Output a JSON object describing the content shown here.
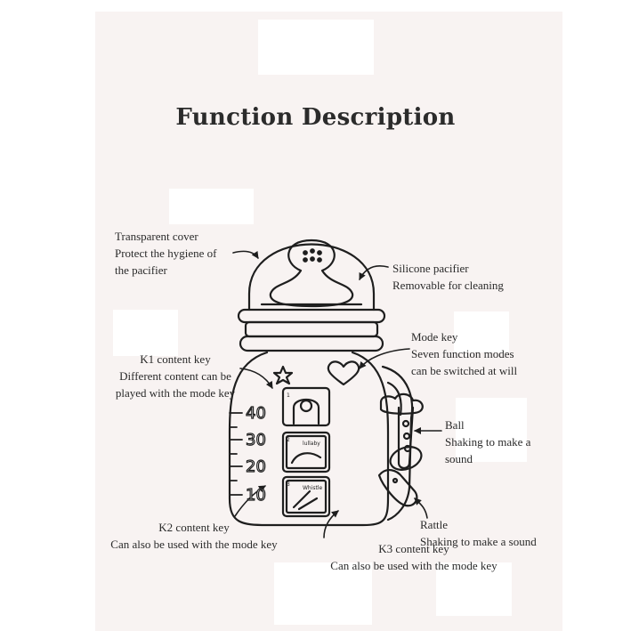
{
  "title": "Function Description",
  "labels": {
    "cover": [
      "Transparent cover",
      "Protect the hygiene of",
      "the pacifier"
    ],
    "pacifier": [
      "Silicone pacifier",
      "Removable for cleaning"
    ],
    "mode": [
      "Mode key",
      "Seven function modes",
      "can be switched at will"
    ],
    "k1": [
      "K1 content key",
      "Different content can be",
      "played with the mode key"
    ],
    "ball": [
      "Ball",
      "Shaking to make a",
      "sound"
    ],
    "k2": [
      "K2 content key",
      "Can also be used with the mode key"
    ],
    "k3": [
      "K3 content key",
      "Can also be used with the mode key"
    ],
    "rattle": [
      "Rattle",
      "Shaking to make a sound"
    ]
  },
  "scale": [
    "40",
    "30",
    "20",
    "10"
  ],
  "buttons": {
    "k1_num": "1",
    "k2_num": "2",
    "k3_num": "3",
    "k2_word": "lullaby",
    "k3_word": "Whistle"
  }
}
